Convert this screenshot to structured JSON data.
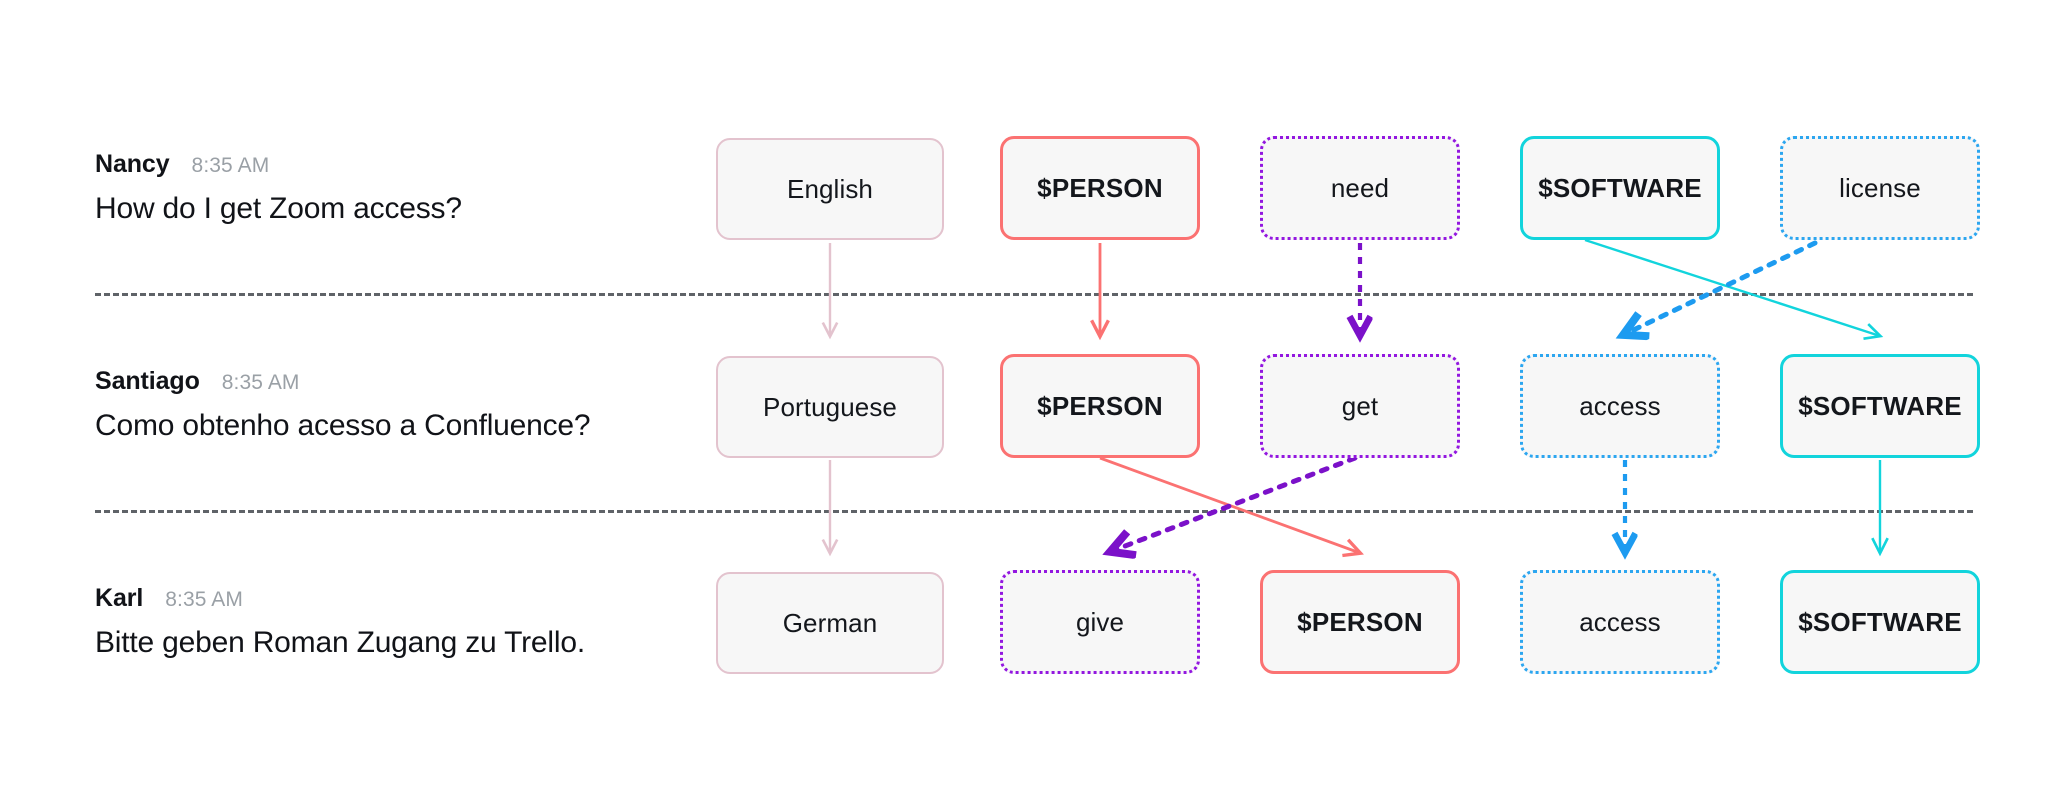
{
  "messages": [
    {
      "name": "Nancy",
      "time": "8:35 AM",
      "text": "How do I get Zoom access?"
    },
    {
      "name": "Santiago",
      "time": "8:35 AM",
      "text": "Como obtenho acesso a Confluence?"
    },
    {
      "name": "Karl",
      "time": "8:35 AM",
      "text": "Bitte geben Roman Zugang zu Trello."
    }
  ],
  "rows": [
    {
      "nodes": [
        {
          "label": "English",
          "kind": "language",
          "style": "lang"
        },
        {
          "label": "$PERSON",
          "kind": "person",
          "style": "person"
        },
        {
          "label": "need",
          "kind": "verb",
          "style": "verb"
        },
        {
          "label": "$SOFTWARE",
          "kind": "software",
          "style": "soft"
        },
        {
          "label": "license",
          "kind": "object",
          "style": "obj"
        }
      ]
    },
    {
      "nodes": [
        {
          "label": "Portuguese",
          "kind": "language",
          "style": "lang"
        },
        {
          "label": "$PERSON",
          "kind": "person",
          "style": "person"
        },
        {
          "label": "get",
          "kind": "verb",
          "style": "verb"
        },
        {
          "label": "access",
          "kind": "object",
          "style": "obj"
        },
        {
          "label": "$SOFTWARE",
          "kind": "software",
          "style": "soft"
        }
      ]
    },
    {
      "nodes": [
        {
          "label": "German",
          "kind": "language",
          "style": "lang"
        },
        {
          "label": "give",
          "kind": "verb",
          "style": "verb"
        },
        {
          "label": "$PERSON",
          "kind": "person",
          "style": "person"
        },
        {
          "label": "access",
          "kind": "object",
          "style": "obj"
        },
        {
          "label": "$SOFTWARE",
          "kind": "software",
          "style": "soft"
        }
      ]
    }
  ],
  "colors": {
    "language": "#e3c3ce",
    "person": "#fb7272",
    "verb": "#9317e0",
    "object": "#2ca6f0",
    "software": "#12d4dc",
    "separator": "#5f6368",
    "node_fill": "#f7f7f7",
    "text": "#14171c",
    "timestamp": "#9aa0a6"
  },
  "edges": [
    {
      "from": "English",
      "to": "Portuguese",
      "color": "language",
      "dashed": false
    },
    {
      "from": "$PERSON",
      "to": "$PERSON",
      "color": "person",
      "dashed": false
    },
    {
      "from": "need",
      "to": "get",
      "color": "verb",
      "dashed": true
    },
    {
      "from": "$SOFTWARE",
      "to": "$SOFTWARE",
      "color": "software",
      "dashed": false
    },
    {
      "from": "license",
      "to": "access",
      "color": "object",
      "dashed": true
    },
    {
      "from": "Portuguese",
      "to": "German",
      "color": "language",
      "dashed": false
    },
    {
      "from": "$PERSON",
      "to": "$PERSON",
      "color": "person",
      "dashed": false
    },
    {
      "from": "get",
      "to": "give",
      "color": "verb",
      "dashed": true
    },
    {
      "from": "access",
      "to": "access",
      "color": "object",
      "dashed": true
    },
    {
      "from": "$SOFTWARE",
      "to": "$SOFTWARE",
      "color": "software",
      "dashed": false
    }
  ]
}
